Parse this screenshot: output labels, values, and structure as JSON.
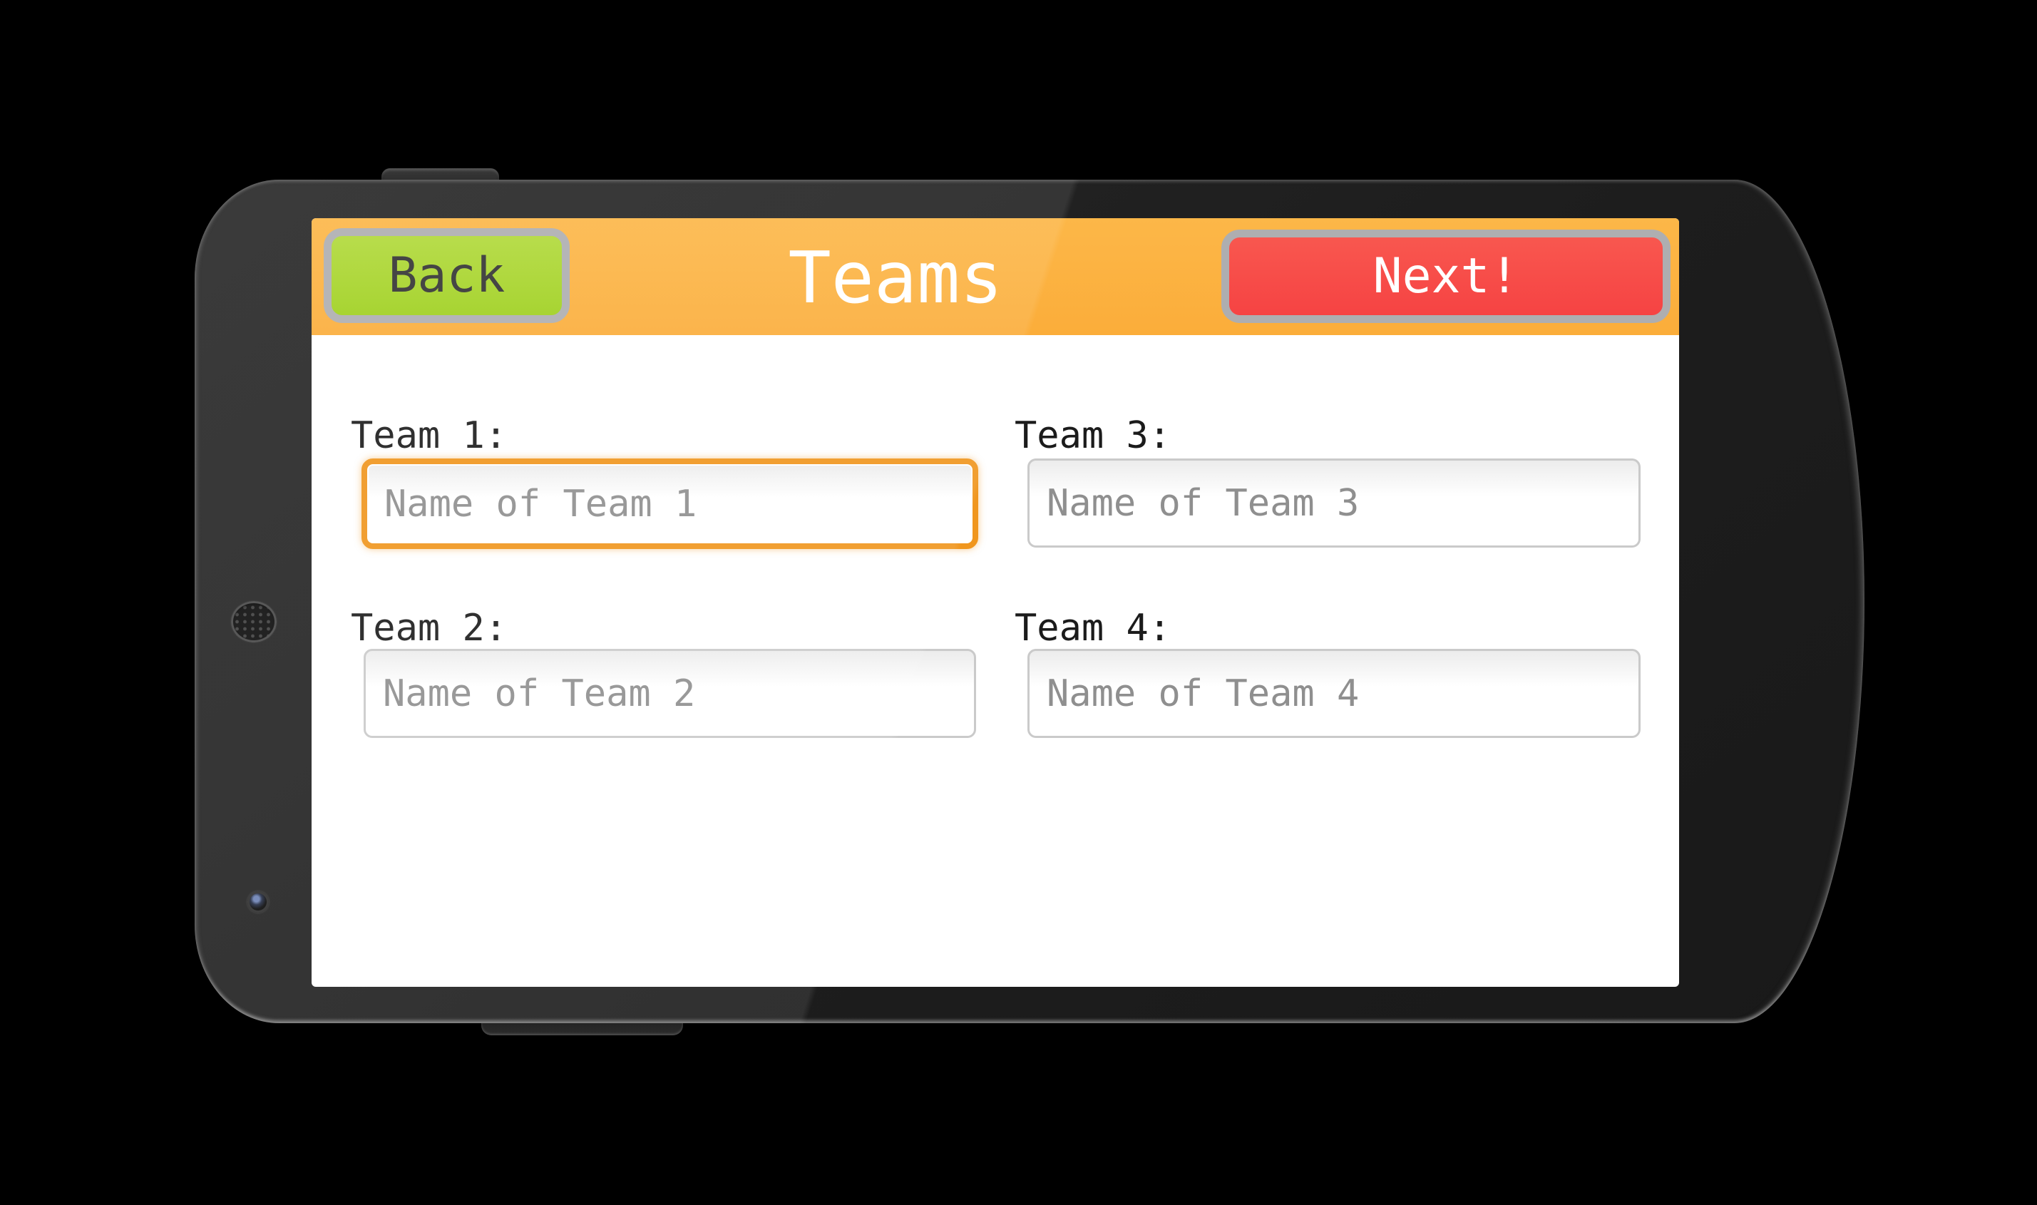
{
  "screen": {
    "header": {
      "title": "Teams",
      "back_button_label": "Back",
      "next_button_label": "Next!",
      "background_color": "#fbb041",
      "back_button_color": "#a8d52c",
      "next_button_color": "#f64a46",
      "button_frame_color": "#aeaeb0",
      "title_color": "#ffffff"
    },
    "form": {
      "fields": [
        {
          "label": "Team 1:",
          "placeholder": "Name of Team 1",
          "value": "",
          "focused": true
        },
        {
          "label": "Team 2:",
          "placeholder": "Name of Team 2",
          "value": "",
          "focused": false
        },
        {
          "label": "Team 3:",
          "placeholder": "Name of Team 3",
          "value": "",
          "focused": false
        },
        {
          "label": "Team 4:",
          "placeholder": "Name of Team 4",
          "value": "",
          "focused": false
        }
      ],
      "label_color": "#1b1b1b",
      "placeholder_color": "#8f8f8f",
      "focused_border_color": "#f0961e",
      "unfocused_border_color": "#cacaca"
    }
  }
}
